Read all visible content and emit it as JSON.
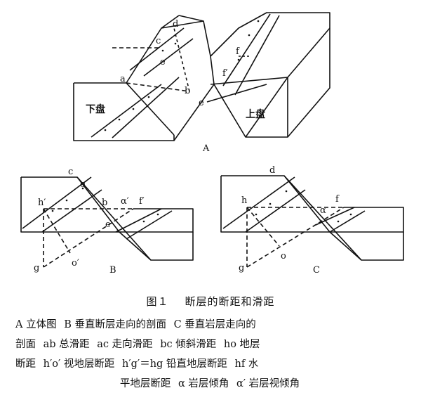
{
  "labels": {
    "A": {
      "a": "a",
      "c": "c",
      "d": "d",
      "e": "e",
      "b": "b",
      "e2": "e",
      "f": "f",
      "f_prime": "f′",
      "footwall": "下盘",
      "hangingwall": "上盘",
      "panel": "A"
    },
    "B": {
      "c": "c",
      "e_prime": "e′",
      "h_prime": "h′",
      "b": "b",
      "alpha_prime": "α′",
      "f_prime": "f′",
      "e": "e",
      "g": "g",
      "o_prime": "o′",
      "panel": "B"
    },
    "C": {
      "d": "d",
      "h": "h",
      "f": "f",
      "alpha": "α",
      "g": "g",
      "o": "o",
      "panel": "C"
    }
  },
  "caption": {
    "fig": "图１",
    "title": "断层的断距和滑距"
  },
  "legend": {
    "line1": [
      "A 立体图",
      "B 垂直断层走向的剖面",
      "C 垂直岩层走向的"
    ],
    "line2": [
      "剖面",
      "ab 总滑距",
      "ac 走向滑距",
      "bc 倾斜滑距",
      "ho 地层"
    ],
    "line3": [
      "断距",
      "h′o′ 视地层断距",
      "h′g′＝hg 铅直地层断距",
      "hf 水"
    ],
    "line4": [
      "平地层断距",
      "α 岩层倾角",
      "α′ 岩层视倾角"
    ]
  }
}
